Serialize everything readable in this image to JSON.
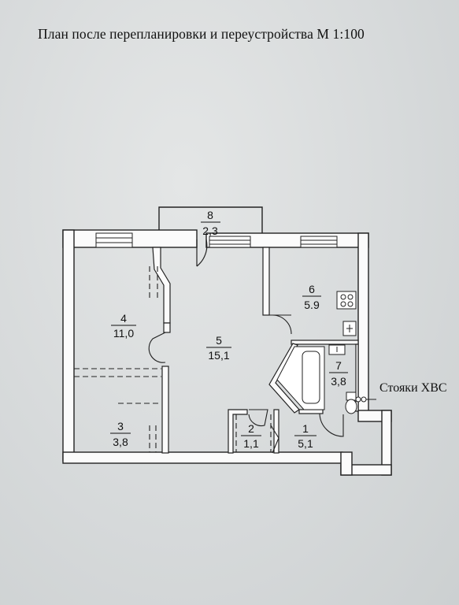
{
  "title": "План после перепланировки и переустройства М 1:100",
  "rooms": [
    {
      "num": "1",
      "area": "5,1"
    },
    {
      "num": "2",
      "area": "1,1"
    },
    {
      "num": "3",
      "area": "3,8"
    },
    {
      "num": "4",
      "area": "11,0"
    },
    {
      "num": "5",
      "area": "15,1"
    },
    {
      "num": "6",
      "area": "5.9"
    },
    {
      "num": "7",
      "area": "3,8"
    },
    {
      "num": "8",
      "area": "2,3"
    }
  ],
  "riser_label": "Стояки ХВС"
}
